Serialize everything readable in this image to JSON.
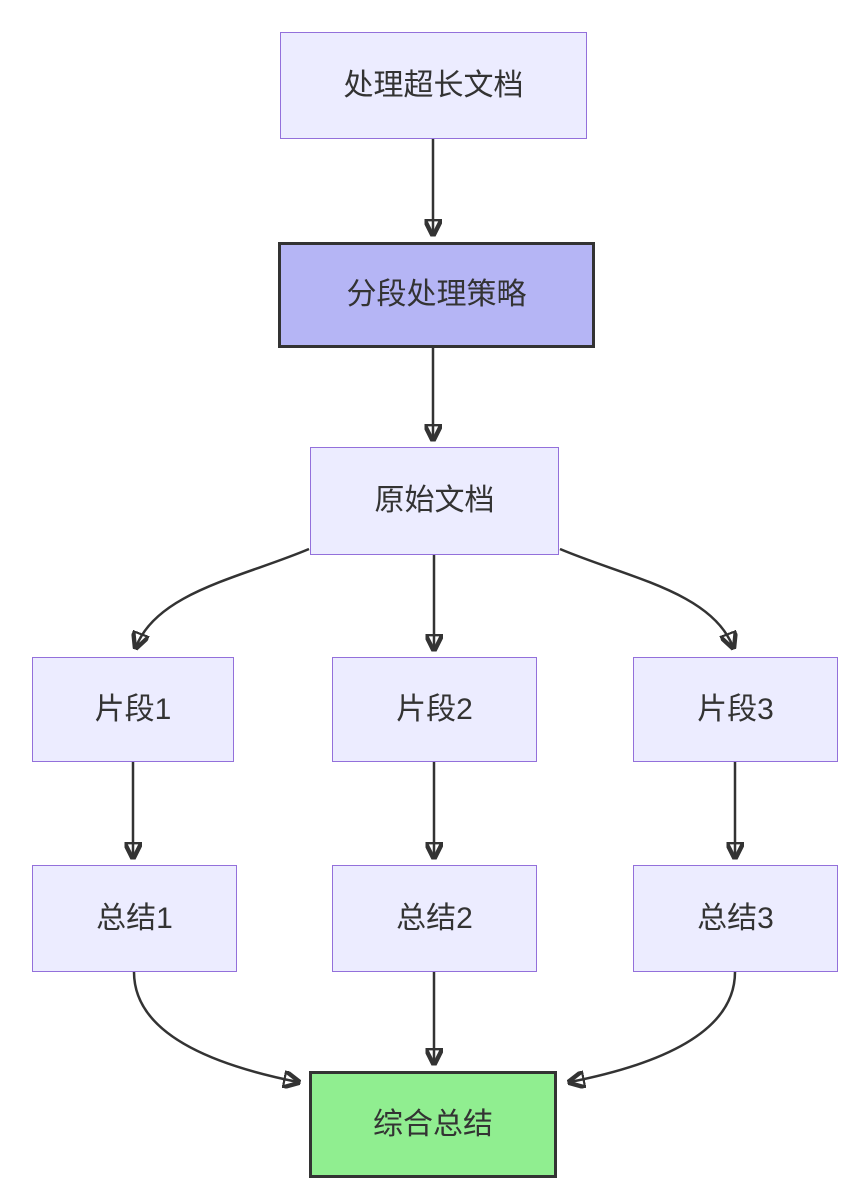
{
  "diagram": {
    "type": "flowchart",
    "direction": "top-down",
    "nodes": [
      {
        "id": "A",
        "label": "处理超长文档",
        "style": "default"
      },
      {
        "id": "B",
        "label": "分段处理策略",
        "style": "highlight-purple"
      },
      {
        "id": "C",
        "label": "原始文档",
        "style": "default"
      },
      {
        "id": "D1",
        "label": "片段1",
        "style": "default"
      },
      {
        "id": "D2",
        "label": "片段2",
        "style": "default"
      },
      {
        "id": "D3",
        "label": "片段3",
        "style": "default"
      },
      {
        "id": "E1",
        "label": "总结1",
        "style": "default"
      },
      {
        "id": "E2",
        "label": "总结2",
        "style": "default"
      },
      {
        "id": "E3",
        "label": "总结3",
        "style": "default"
      },
      {
        "id": "F",
        "label": "综合总结",
        "style": "highlight-green"
      }
    ],
    "edges": [
      {
        "from": "处理超长文档",
        "to": "分段处理策略"
      },
      {
        "from": "分段处理策略",
        "to": "原始文档"
      },
      {
        "from": "原始文档",
        "to": "片段1"
      },
      {
        "from": "原始文档",
        "to": "片段2"
      },
      {
        "from": "原始文档",
        "to": "片段3"
      },
      {
        "from": "片段1",
        "to": "总结1"
      },
      {
        "from": "片段2",
        "to": "总结2"
      },
      {
        "from": "片段3",
        "to": "总结3"
      },
      {
        "from": "总结1",
        "to": "综合总结"
      },
      {
        "from": "总结2",
        "to": "综合总结"
      },
      {
        "from": "总结3",
        "to": "综合总结"
      }
    ],
    "colors": {
      "node_fill": "#ECECFF",
      "node_border": "#9370DB",
      "highlight_purple_fill": "#B5B5F5",
      "highlight_green_fill": "#90EE90",
      "highlight_border": "#333333",
      "edge_color": "#333333",
      "text_color": "#333333",
      "canvas_bg": "#FFFFFF"
    }
  }
}
